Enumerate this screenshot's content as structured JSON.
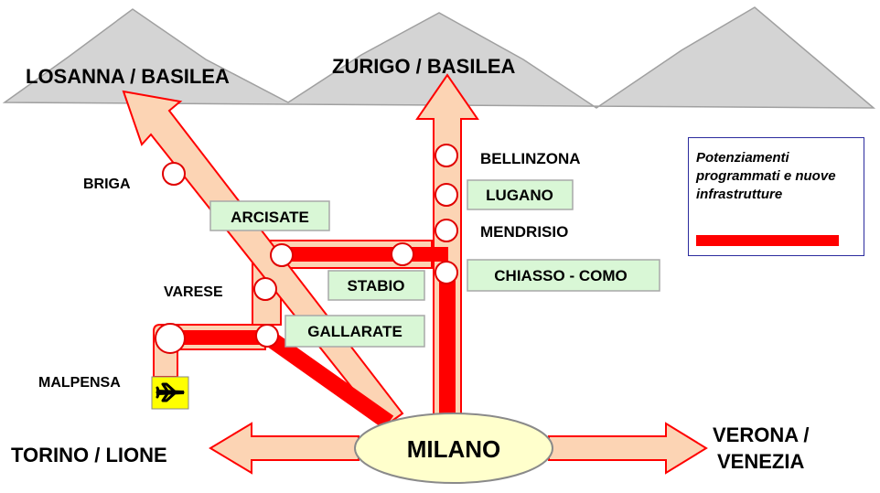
{
  "destinations": {
    "losanna_basilea": "LOSANNA / BASILEA",
    "zurigo_basilea": "ZURIGO / BASILEA",
    "torino_lione": "TORINO / LIONE",
    "verona_line1": "VERONA /",
    "verona_line2": "VENEZIA"
  },
  "hub": "MILANO",
  "stations": {
    "briga": "BRIGA",
    "varese": "VARESE",
    "malpensa": "MALPENSA",
    "bellinzona": "BELLINZONA",
    "mendrisio": "MENDRISIO"
  },
  "highlighted_stations": {
    "arcisate": "ARCISATE",
    "lugano": "LUGANO",
    "stabio": "STABIO",
    "chiasso_como": "CHIASSO - COMO",
    "gallarate": "GALLARATE"
  },
  "legend": {
    "text": "Potenziamenti programmati e nuove infrastrutture",
    "color": "#ff0000"
  },
  "colors": {
    "arrow_fill": "#fcd4b4",
    "arrow_stroke": "#ff0000",
    "new_line": "#ff0000",
    "mountains": "#d4d4d4",
    "hub_fill": "#ffffcc",
    "highlight_box": "#d9f7d6",
    "airport_icon_bg": "#ffff00"
  },
  "icons": {
    "airport": "airplane-icon"
  }
}
